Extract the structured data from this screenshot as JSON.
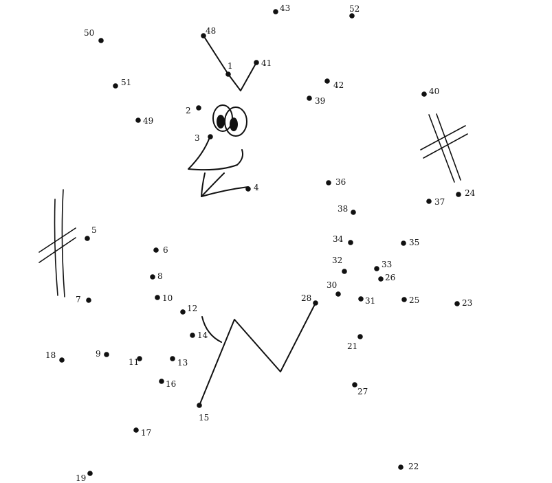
{
  "worksheet": {
    "kind": "connect-the-dots",
    "ink_color": "#111111",
    "background_color": "#ffffff",
    "dots": [
      {
        "label": "1"
      },
      {
        "label": "2"
      },
      {
        "label": "3"
      },
      {
        "label": "4"
      },
      {
        "label": "5"
      },
      {
        "label": "6"
      },
      {
        "label": "8"
      },
      {
        "label": "7"
      },
      {
        "label": "10"
      },
      {
        "label": "12"
      },
      {
        "label": "14"
      },
      {
        "label": "13"
      },
      {
        "label": "11"
      },
      {
        "label": "9"
      },
      {
        "label": "16"
      },
      {
        "label": "18"
      },
      {
        "label": "15"
      },
      {
        "label": "17"
      },
      {
        "label": "19"
      },
      {
        "label": "22"
      },
      {
        "label": "21"
      },
      {
        "label": "27"
      },
      {
        "label": "28"
      },
      {
        "label": "30"
      },
      {
        "label": "31"
      },
      {
        "label": "25"
      },
      {
        "label": "23"
      },
      {
        "label": "26"
      },
      {
        "label": "33"
      },
      {
        "label": "32"
      },
      {
        "label": "34"
      },
      {
        "label": "35"
      },
      {
        "label": "36"
      },
      {
        "label": "37"
      },
      {
        "label": "24"
      },
      {
        "label": "38"
      },
      {
        "label": "39"
      },
      {
        "label": "42"
      },
      {
        "label": "40"
      },
      {
        "label": "41"
      },
      {
        "label": "43"
      },
      {
        "label": "52"
      },
      {
        "label": "48"
      },
      {
        "label": "50"
      },
      {
        "label": "51"
      },
      {
        "label": "49"
      }
    ],
    "drawn_features": [
      "eyes-drawing",
      "beak-drawing",
      "hair-tuft-drawing",
      "feet-drawing",
      "left-grass-tuft",
      "right-grass-tuft"
    ]
  }
}
